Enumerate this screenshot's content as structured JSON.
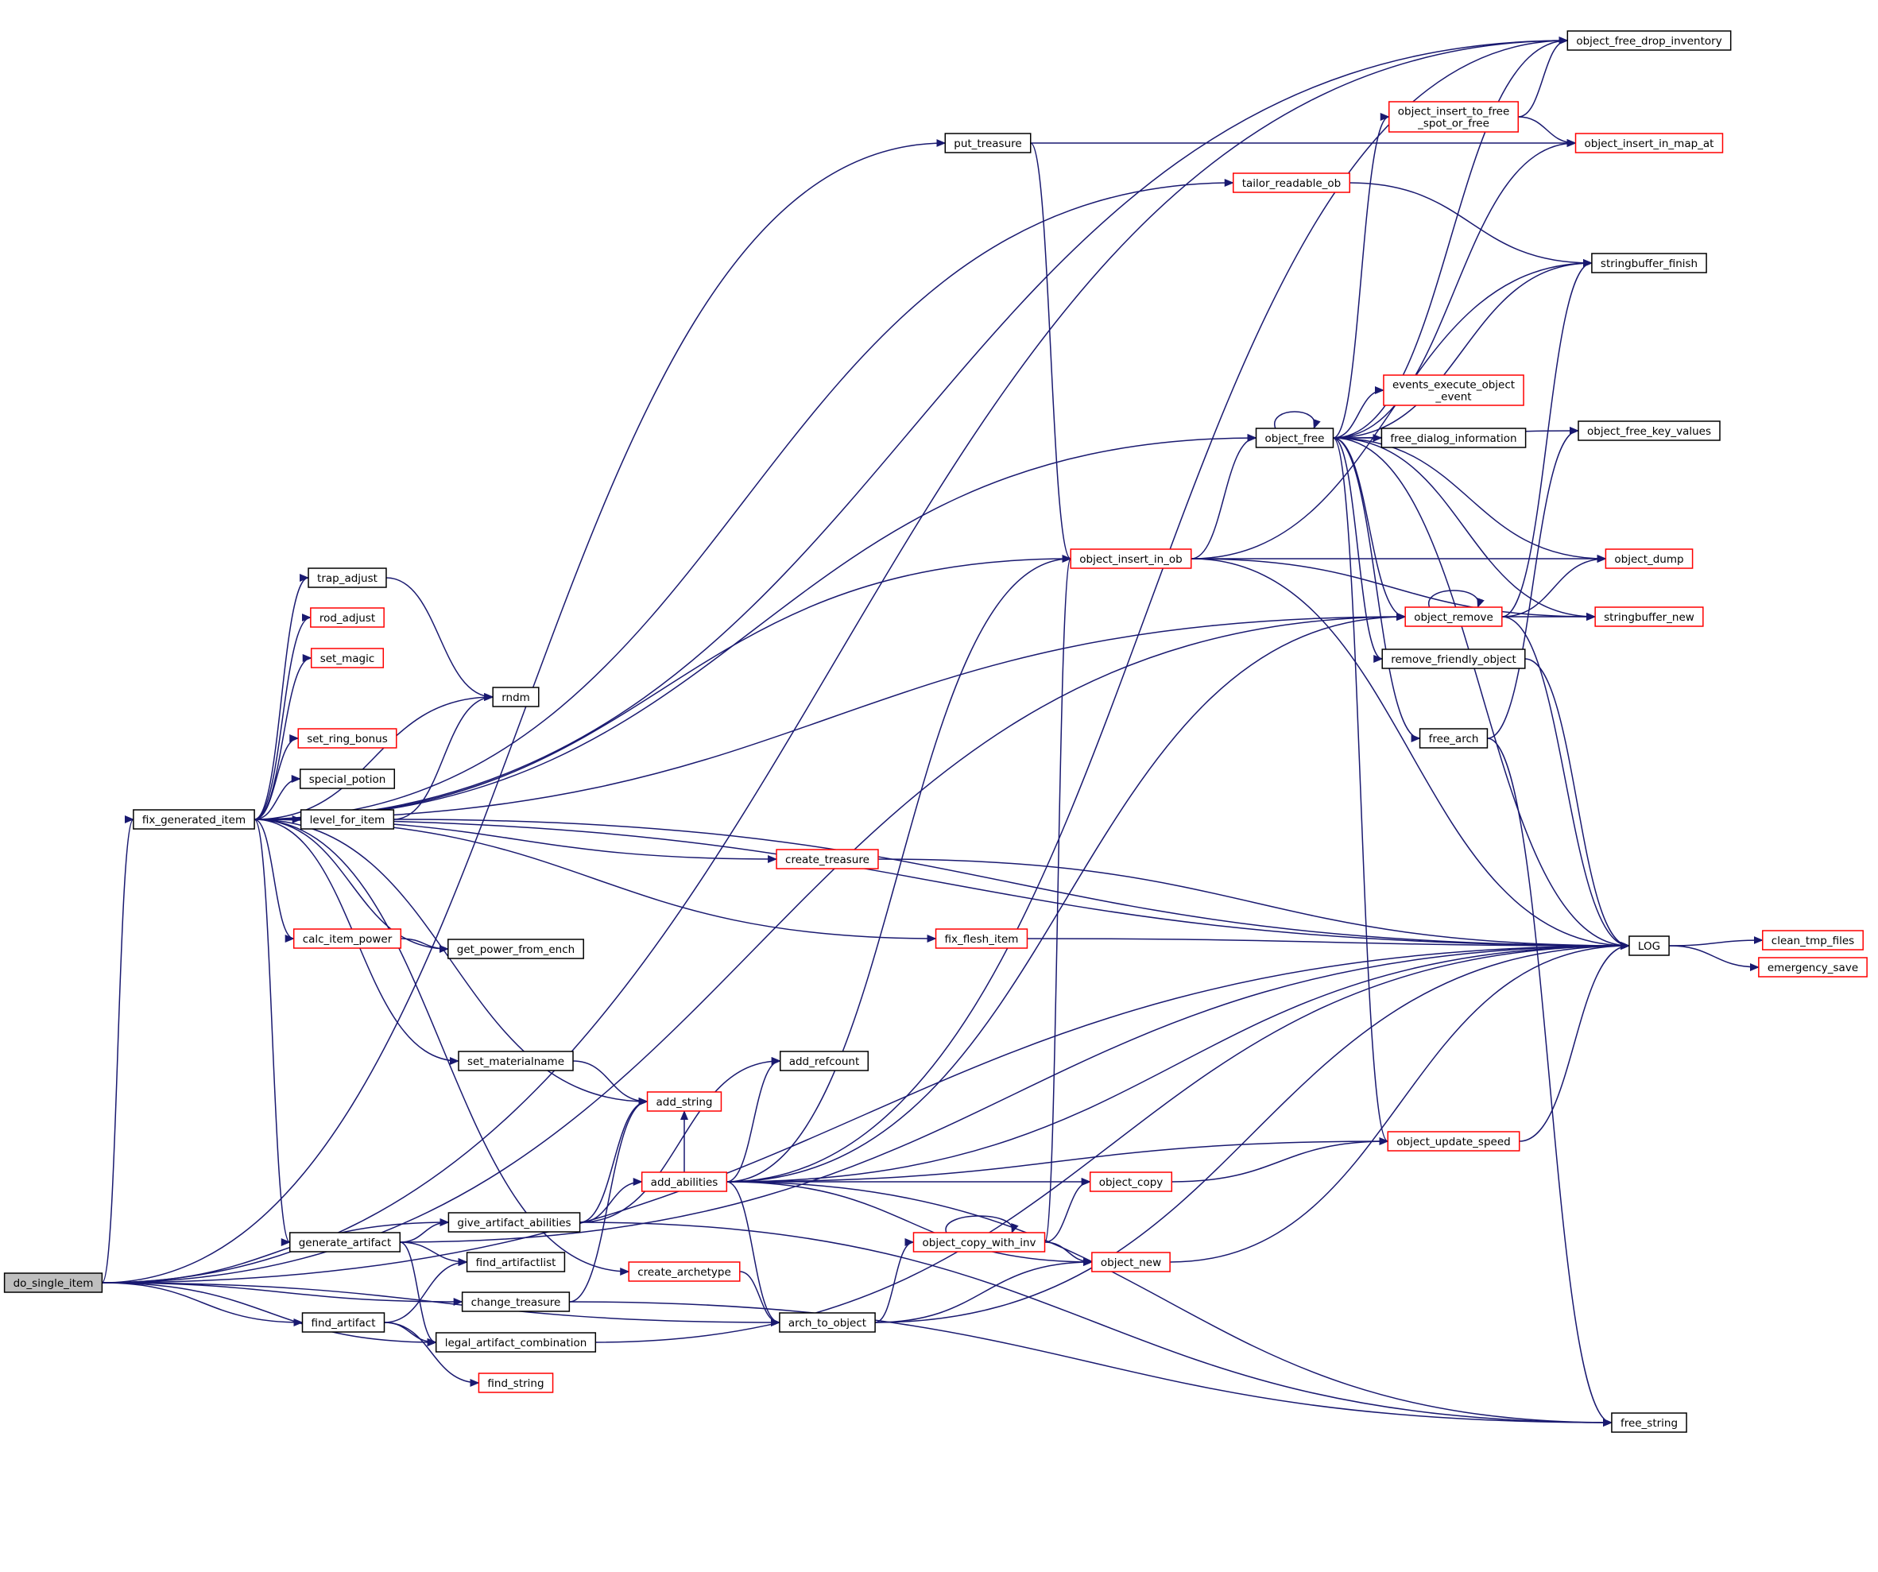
{
  "graph": {
    "root": "do_single_item",
    "colors": {
      "edge": "#191970",
      "node_border_normal": "#000000",
      "node_border_truncated": "#ff0000",
      "node_fill_root": "#bfbfbf",
      "node_fill": "#ffffff",
      "text": "#000000"
    },
    "nodes": [
      {
        "id": "do_single_item",
        "label": "do_single_item",
        "status": "root"
      },
      {
        "id": "fix_generated_item",
        "label": "fix_generated_item",
        "status": "normal"
      },
      {
        "id": "generate_artifact",
        "label": "generate_artifact",
        "status": "normal"
      },
      {
        "id": "find_artifact",
        "label": "find_artifact",
        "status": "normal"
      },
      {
        "id": "trap_adjust",
        "label": "trap_adjust",
        "status": "normal"
      },
      {
        "id": "rod_adjust",
        "label": "rod_adjust",
        "status": "truncated"
      },
      {
        "id": "set_magic",
        "label": "set_magic",
        "status": "truncated"
      },
      {
        "id": "set_ring_bonus",
        "label": "set_ring_bonus",
        "status": "truncated"
      },
      {
        "id": "special_potion",
        "label": "special_potion",
        "status": "normal"
      },
      {
        "id": "level_for_item",
        "label": "level_for_item",
        "status": "normal"
      },
      {
        "id": "calc_item_power",
        "label": "calc_item_power",
        "status": "truncated"
      },
      {
        "id": "set_materialname",
        "label": "set_materialname",
        "status": "normal"
      },
      {
        "id": "give_artifact_abilities",
        "label": "give_artifact_abilities",
        "status": "normal"
      },
      {
        "id": "find_artifactlist",
        "label": "find_artifactlist",
        "status": "normal"
      },
      {
        "id": "change_treasure",
        "label": "change_treasure",
        "status": "normal"
      },
      {
        "id": "legal_artifact_combination",
        "label": "legal_artifact_combination",
        "status": "normal"
      },
      {
        "id": "find_string",
        "label": "find_string",
        "status": "truncated"
      },
      {
        "id": "rndm",
        "label": "rndm",
        "status": "normal"
      },
      {
        "id": "get_power_from_ench",
        "label": "get_power_from_ench",
        "status": "normal"
      },
      {
        "id": "add_string",
        "label": "add_string",
        "status": "truncated"
      },
      {
        "id": "add_refcount",
        "label": "add_refcount",
        "status": "normal"
      },
      {
        "id": "add_abilities",
        "label": "add_abilities",
        "status": "truncated"
      },
      {
        "id": "create_archetype",
        "label": "create_archetype",
        "status": "truncated"
      },
      {
        "id": "put_treasure",
        "label": "put_treasure",
        "status": "normal"
      },
      {
        "id": "create_treasure",
        "label": "create_treasure",
        "status": "truncated"
      },
      {
        "id": "fix_flesh_item",
        "label": "fix_flesh_item",
        "status": "truncated"
      },
      {
        "id": "arch_to_object",
        "label": "arch_to_object",
        "status": "normal"
      },
      {
        "id": "object_insert_in_ob",
        "label": "object_insert_in_ob",
        "status": "truncated"
      },
      {
        "id": "tailor_readable_ob",
        "label": "tailor_readable_ob",
        "status": "truncated"
      },
      {
        "id": "object_copy_with_inv",
        "label": "object_copy_with_inv",
        "status": "truncated"
      },
      {
        "id": "object_copy",
        "label": "object_copy",
        "status": "truncated"
      },
      {
        "id": "object_new",
        "label": "object_new",
        "status": "truncated"
      },
      {
        "id": "object_free",
        "label": "object_free",
        "status": "normal"
      },
      {
        "id": "object_insert_to_free_spot_or_free",
        "label": "object_insert_to_free\n_spot_or_free",
        "status": "truncated"
      },
      {
        "id": "events_execute_object_event",
        "label": "events_execute_object\n_event",
        "status": "truncated"
      },
      {
        "id": "free_dialog_information",
        "label": "free_dialog_information",
        "status": "normal"
      },
      {
        "id": "object_remove",
        "label": "object_remove",
        "status": "truncated"
      },
      {
        "id": "remove_friendly_object",
        "label": "remove_friendly_object",
        "status": "normal"
      },
      {
        "id": "free_arch",
        "label": "free_arch",
        "status": "normal"
      },
      {
        "id": "object_update_speed",
        "label": "object_update_speed",
        "status": "truncated"
      },
      {
        "id": "object_free_drop_inventory",
        "label": "object_free_drop_inventory",
        "status": "normal"
      },
      {
        "id": "object_insert_in_map_at",
        "label": "object_insert_in_map_at",
        "status": "truncated"
      },
      {
        "id": "stringbuffer_finish",
        "label": "stringbuffer_finish",
        "status": "normal"
      },
      {
        "id": "object_free_key_values",
        "label": "object_free_key_values",
        "status": "normal"
      },
      {
        "id": "object_dump",
        "label": "object_dump",
        "status": "truncated"
      },
      {
        "id": "stringbuffer_new",
        "label": "stringbuffer_new",
        "status": "truncated"
      },
      {
        "id": "LOG",
        "label": "LOG",
        "status": "normal"
      },
      {
        "id": "free_string",
        "label": "free_string",
        "status": "normal"
      },
      {
        "id": "clean_tmp_files",
        "label": "clean_tmp_files",
        "status": "truncated"
      },
      {
        "id": "emergency_save",
        "label": "emergency_save",
        "status": "truncated"
      }
    ],
    "edges": [
      [
        "do_single_item",
        "fix_generated_item"
      ],
      [
        "do_single_item",
        "object_free_drop_inventory"
      ],
      [
        "do_single_item",
        "put_treasure"
      ],
      [
        "do_single_item",
        "give_artifact_abilities"
      ],
      [
        "do_single_item",
        "change_treasure"
      ],
      [
        "do_single_item",
        "find_artifact"
      ],
      [
        "do_single_item",
        "legal_artifact_combination"
      ],
      [
        "do_single_item",
        "arch_to_object"
      ],
      [
        "do_single_item",
        "object_remove"
      ],
      [
        "do_single_item",
        "LOG"
      ],
      [
        "fix_generated_item",
        "object_free_drop_inventory"
      ],
      [
        "fix_generated_item",
        "tailor_readable_ob"
      ],
      [
        "fix_generated_item",
        "object_free"
      ],
      [
        "fix_generated_item",
        "object_insert_in_ob"
      ],
      [
        "fix_generated_item",
        "object_remove"
      ],
      [
        "fix_generated_item",
        "trap_adjust"
      ],
      [
        "fix_generated_item",
        "rod_adjust"
      ],
      [
        "fix_generated_item",
        "set_magic"
      ],
      [
        "fix_generated_item",
        "rndm"
      ],
      [
        "fix_generated_item",
        "set_ring_bonus"
      ],
      [
        "fix_generated_item",
        "special_potion"
      ],
      [
        "fix_generated_item",
        "level_for_item"
      ],
      [
        "fix_generated_item",
        "create_treasure"
      ],
      [
        "fix_generated_item",
        "LOG"
      ],
      [
        "fix_generated_item",
        "calc_item_power"
      ],
      [
        "fix_generated_item",
        "get_power_from_ench"
      ],
      [
        "fix_generated_item",
        "fix_flesh_item"
      ],
      [
        "fix_generated_item",
        "set_materialname"
      ],
      [
        "fix_generated_item",
        "add_string"
      ],
      [
        "fix_generated_item",
        "create_archetype"
      ],
      [
        "fix_generated_item",
        "generate_artifact"
      ],
      [
        "trap_adjust",
        "rndm"
      ],
      [
        "level_for_item",
        "rndm"
      ],
      [
        "level_for_item",
        "LOG"
      ],
      [
        "calc_item_power",
        "get_power_from_ench"
      ],
      [
        "set_materialname",
        "add_string"
      ],
      [
        "generate_artifact",
        "give_artifact_abilities"
      ],
      [
        "generate_artifact",
        "find_artifactlist"
      ],
      [
        "generate_artifact",
        "legal_artifact_combination"
      ],
      [
        "generate_artifact",
        "LOG"
      ],
      [
        "find_artifact",
        "find_artifactlist"
      ],
      [
        "find_artifact",
        "legal_artifact_combination"
      ],
      [
        "find_artifact",
        "find_string"
      ],
      [
        "give_artifact_abilities",
        "add_string"
      ],
      [
        "give_artifact_abilities",
        "add_refcount"
      ],
      [
        "give_artifact_abilities",
        "add_abilities"
      ],
      [
        "give_artifact_abilities",
        "free_string"
      ],
      [
        "change_treasure",
        "add_string"
      ],
      [
        "change_treasure",
        "free_string"
      ],
      [
        "legal_artifact_combination",
        "LOG"
      ],
      [
        "add_abilities",
        "add_string"
      ],
      [
        "add_abilities",
        "add_refcount"
      ],
      [
        "add_abilities",
        "object_free_drop_inventory"
      ],
      [
        "add_abilities",
        "object_insert_in_ob"
      ],
      [
        "add_abilities",
        "object_remove"
      ],
      [
        "add_abilities",
        "LOG"
      ],
      [
        "add_abilities",
        "object_update_speed"
      ],
      [
        "add_abilities",
        "object_copy"
      ],
      [
        "add_abilities",
        "object_new"
      ],
      [
        "add_abilities",
        "arch_to_object"
      ],
      [
        "add_abilities",
        "free_string"
      ],
      [
        "create_archetype",
        "arch_to_object"
      ],
      [
        "arch_to_object",
        "object_copy_with_inv"
      ],
      [
        "arch_to_object",
        "object_new"
      ],
      [
        "arch_to_object",
        "LOG"
      ],
      [
        "object_copy_with_inv",
        "object_copy_with_inv"
      ],
      [
        "object_copy_with_inv",
        "object_copy"
      ],
      [
        "object_copy_with_inv",
        "object_new"
      ],
      [
        "object_copy_with_inv",
        "object_insert_in_ob"
      ],
      [
        "object_copy",
        "object_update_speed"
      ],
      [
        "object_new",
        "LOG"
      ],
      [
        "put_treasure",
        "object_insert_in_map_at"
      ],
      [
        "put_treasure",
        "object_insert_in_ob"
      ],
      [
        "create_treasure",
        "LOG"
      ],
      [
        "fix_flesh_item",
        "LOG"
      ],
      [
        "tailor_readable_ob",
        "stringbuffer_finish"
      ],
      [
        "object_insert_in_ob",
        "object_free"
      ],
      [
        "object_insert_in_ob",
        "stringbuffer_finish"
      ],
      [
        "object_insert_in_ob",
        "object_dump"
      ],
      [
        "object_insert_in_ob",
        "stringbuffer_new"
      ],
      [
        "object_insert_in_ob",
        "LOG"
      ],
      [
        "object_free",
        "object_free"
      ],
      [
        "object_free",
        "object_free_drop_inventory"
      ],
      [
        "object_free",
        "object_insert_to_free_spot_or_free"
      ],
      [
        "object_free",
        "object_insert_in_map_at"
      ],
      [
        "object_free",
        "stringbuffer_finish"
      ],
      [
        "object_free",
        "object_free_key_values"
      ],
      [
        "object_free",
        "events_execute_object_event"
      ],
      [
        "object_free",
        "free_dialog_information"
      ],
      [
        "object_free",
        "object_dump"
      ],
      [
        "object_free",
        "object_remove"
      ],
      [
        "object_free",
        "stringbuffer_new"
      ],
      [
        "object_free",
        "remove_friendly_object"
      ],
      [
        "object_free",
        "free_arch"
      ],
      [
        "object_free",
        "object_update_speed"
      ],
      [
        "object_free",
        "LOG"
      ],
      [
        "object_insert_to_free_spot_or_free",
        "object_free_drop_inventory"
      ],
      [
        "object_insert_to_free_spot_or_free",
        "object_insert_in_map_at"
      ],
      [
        "object_remove",
        "object_remove"
      ],
      [
        "object_remove",
        "stringbuffer_finish"
      ],
      [
        "object_remove",
        "object_dump"
      ],
      [
        "object_remove",
        "stringbuffer_new"
      ],
      [
        "object_remove",
        "LOG"
      ],
      [
        "remove_friendly_object",
        "LOG"
      ],
      [
        "free_arch",
        "object_free_key_values"
      ],
      [
        "free_arch",
        "free_string"
      ],
      [
        "object_update_speed",
        "LOG"
      ],
      [
        "LOG",
        "clean_tmp_files"
      ],
      [
        "LOG",
        "emergency_save"
      ]
    ]
  }
}
